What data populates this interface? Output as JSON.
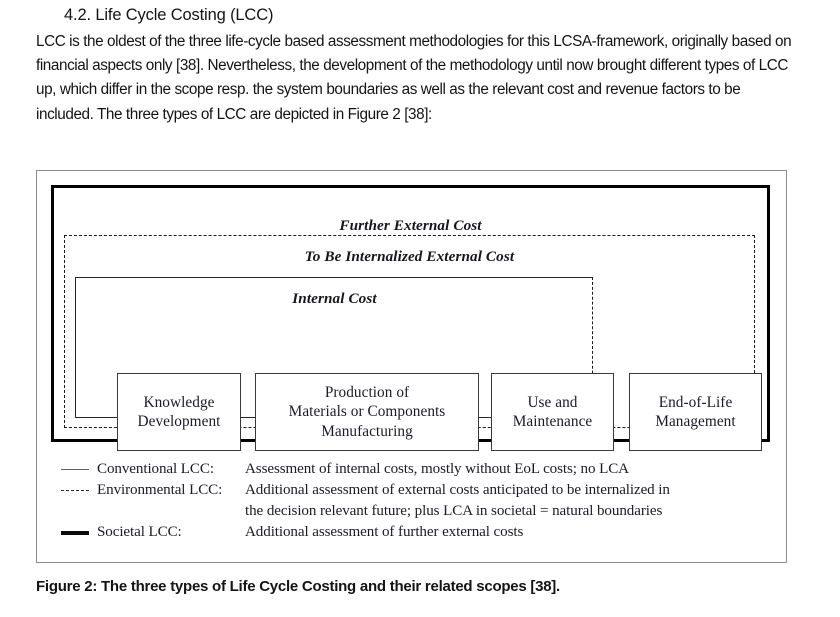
{
  "section": {
    "heading": "4.2. Life Cycle Costing (LCC)",
    "paragraph": "LCC is the oldest of the three life-cycle based assessment methodologies for this LCSA-framework, originally based on financial aspects only [38]. Nevertheless, the development of the methodology until now brought different types of LCC up, which differ in the scope resp. the system boundaries as well as the relevant cost and revenue factors to be included.  The three types of LCC are depicted in Figure 2 [38]:"
  },
  "figure": {
    "scopes": {
      "outer": "Further External Cost",
      "middle": "To Be Internalized External Cost",
      "inner": "Internal Cost"
    },
    "stages": [
      {
        "name": "knowledge-development",
        "label": "Knowledge\nDevelopment"
      },
      {
        "name": "production-manufacturing",
        "label": "Production of\nMaterials or Components\nManufacturing"
      },
      {
        "name": "use-maintenance",
        "label": "Use and\nMaintenance"
      },
      {
        "name": "end-of-life-management",
        "label": "End-of-Life\nManagement"
      }
    ],
    "legend": [
      {
        "marker": "solid-thin",
        "term": "Conventional  LCC:",
        "desc": "Assessment of internal costs, mostly without EoL costs; no LCA"
      },
      {
        "marker": "dashed",
        "term": "Environmental LCC:",
        "desc": "Additional assessment of external costs anticipated to be internalized in"
      },
      {
        "marker": "none",
        "term": "",
        "desc": "the decision relevant future; plus LCA in societal = natural boundaries"
      },
      {
        "marker": "solid-thick",
        "term": "Societal LCC:",
        "desc": "Additional assessment of further external costs"
      }
    ],
    "caption": "Figure 2: The three types of Life Cycle Costing and their related scopes [38]."
  },
  "colors": {
    "page_background": "#ffffff",
    "text": "#141414",
    "figure_border": "#8c8c8c",
    "societal_border": "#000000",
    "environmental_border": "#1b1b1b",
    "conventional_border": "#262626",
    "stage_border": "#3a3a3a"
  }
}
